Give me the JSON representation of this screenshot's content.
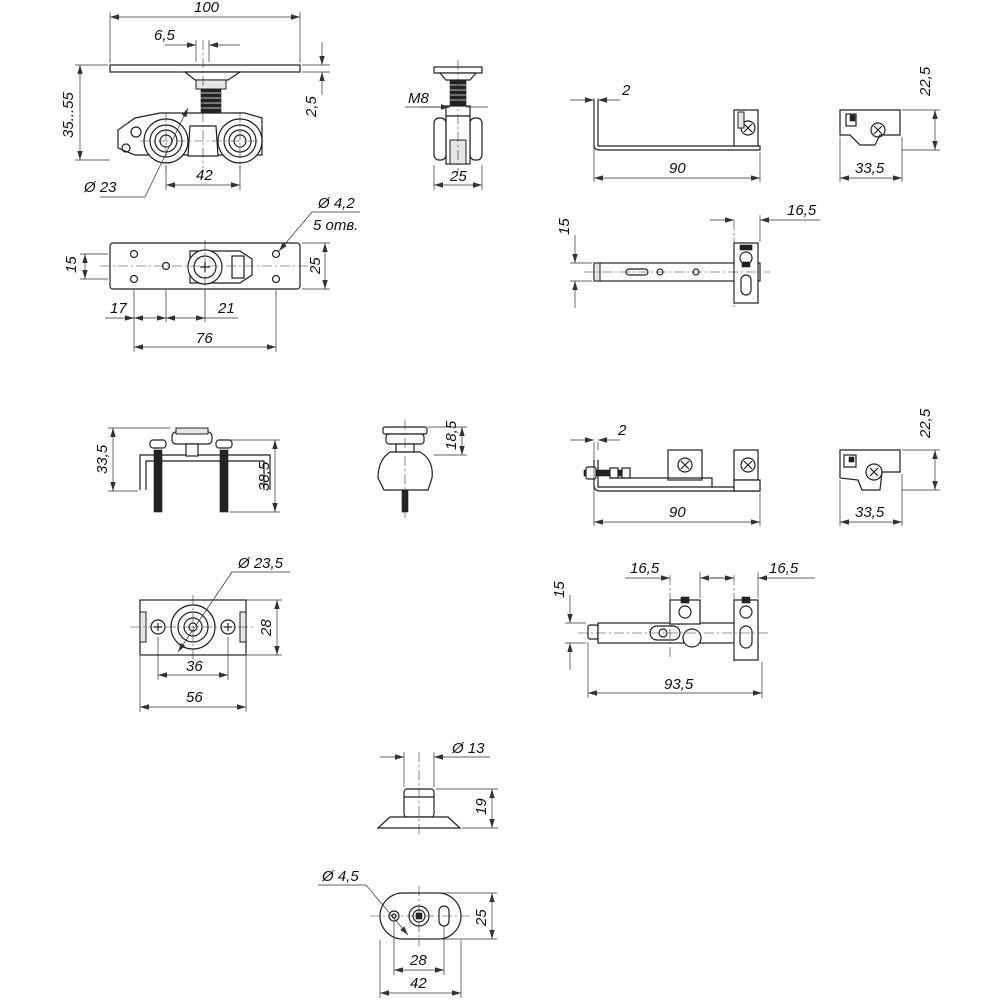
{
  "dimensions": {
    "d100": "100",
    "d6_5": "6,5",
    "d35_55": "35...55",
    "d2_5": "2,5",
    "phi23": "Ø 23",
    "d42a": "42",
    "m8": "M8",
    "d25a": "25",
    "phi4_2": "Ø 4,2",
    "holes5": "5 отв.",
    "d15a": "15",
    "d25b": "25",
    "d17": "17",
    "d21": "21",
    "d76": "76",
    "d2a": "2",
    "d90a": "90",
    "d22_5a": "22,5",
    "d33_5a": "33,5",
    "d15b": "15",
    "d16_5a": "16,5",
    "d33_5b": "33,5",
    "d38_5": "38,5",
    "d18_5": "18,5",
    "d2b": "2",
    "d90b": "90",
    "d22_5b": "22,5",
    "d33_5c": "33,5",
    "phi23_5": "Ø 23,5",
    "d28a": "28",
    "d36": "36",
    "d56": "56",
    "d15c": "15",
    "d16_5b": "16,5",
    "d16_5c": "16,5",
    "d93_5": "93,5",
    "phi13": "Ø 13",
    "d19": "19",
    "phi4_5": "Ø 4,5",
    "d25c": "25",
    "d28b": "28",
    "d42b": "42"
  }
}
